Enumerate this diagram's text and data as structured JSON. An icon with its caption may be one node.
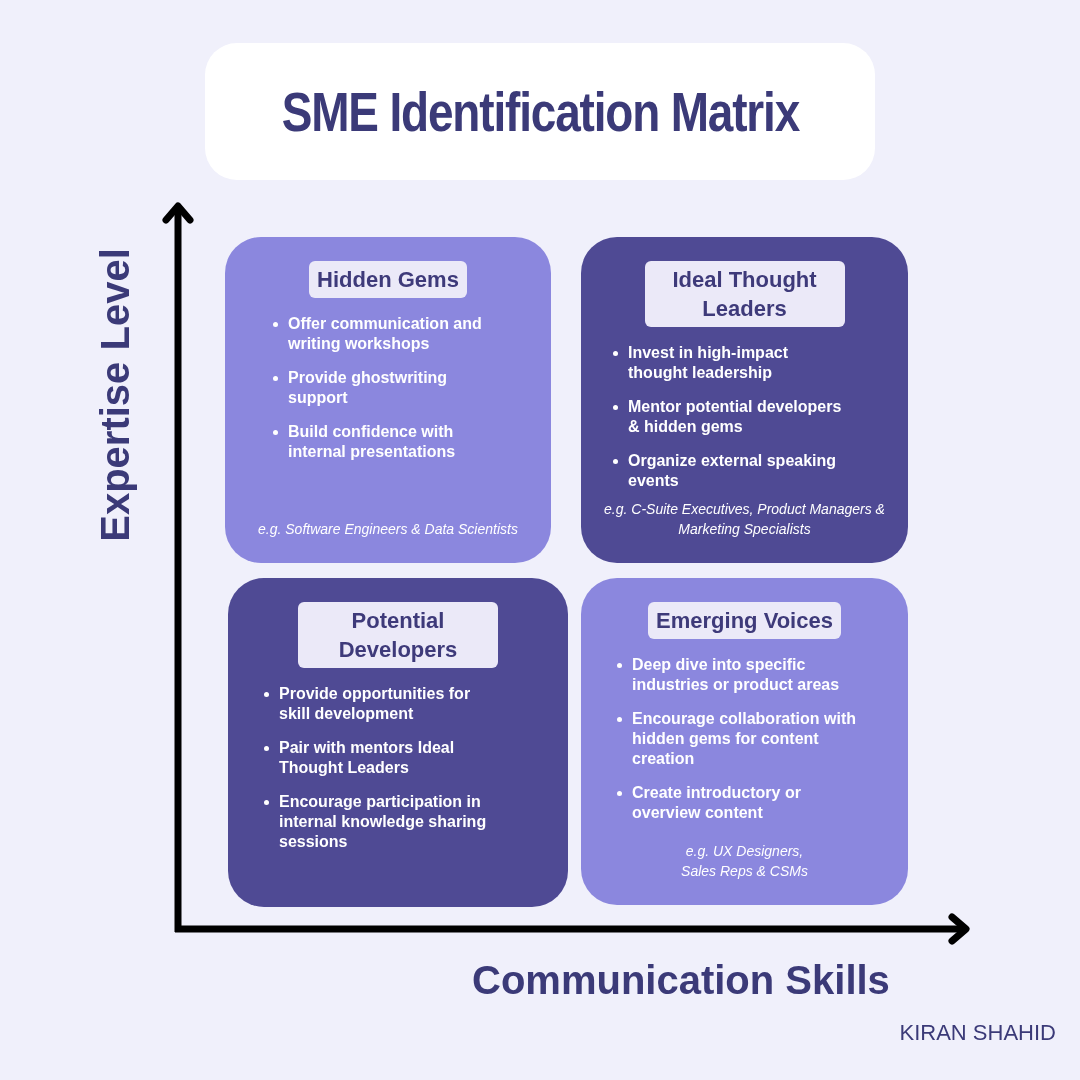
{
  "diagram": {
    "title": "SME Identification Matrix",
    "nodes": [
      {
        "text": [
          "Hidden Gems",
          "Offer communication and writing workshops",
          "Provide ghostwriting support",
          "Build confidence with internal presentations",
          "e.g. Software Engineers & Data Scientists"
        ]
      },
      {
        "text": [
          "Ideal Thought Leaders",
          "Invest in high-impact thought leadership",
          "Mentor potential developers & hidden gems",
          "Organize external speaking events",
          "e.g. C-Suite Executives, Product Managers & Marketing Specialists"
        ]
      },
      {
        "text": [
          "Potential Developers",
          "Provide opportunities for skill development",
          "Pair with mentors Ideal Thought Leaders",
          "Encourage participation in internal knowledge sharing sessions"
        ]
      },
      {
        "text": [
          "Emerging Voices",
          "Deep dive into specific industries or product areas",
          "Encourage collaboration with hidden gems for content creation",
          "Create introductory or overview content",
          "e.g. UX Designers,  Sales Reps & CSMs"
        ]
      }
    ],
    "labels": [
      "Expertise Level",
      "Communication Skills",
      "KIRAN SHAHID"
    ]
  }
}
